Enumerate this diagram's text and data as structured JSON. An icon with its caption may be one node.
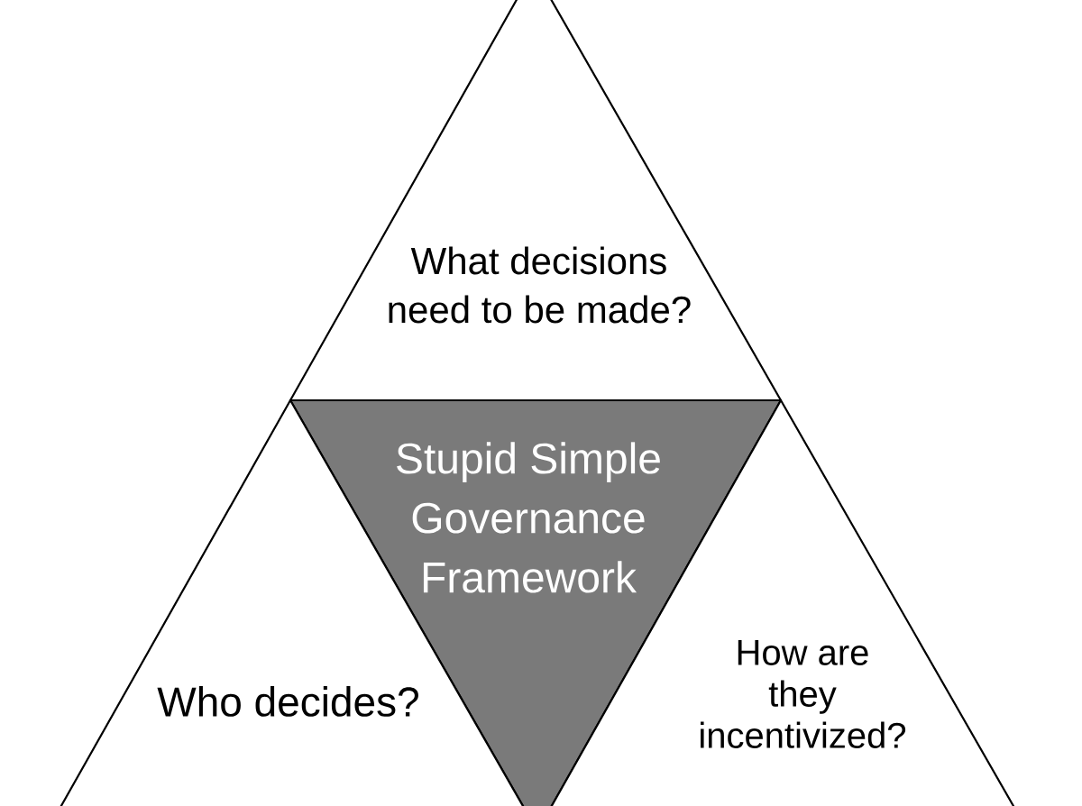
{
  "diagram": {
    "nodes": [
      {
        "text": [
          "What decisions need to be made?"
        ]
      },
      {
        "text": [
          "Stupid Simple Governance Framework"
        ]
      },
      {
        "text": [
          "Who decides?"
        ]
      },
      {
        "text": [
          "How are they incentivized?"
        ]
      }
    ]
  }
}
